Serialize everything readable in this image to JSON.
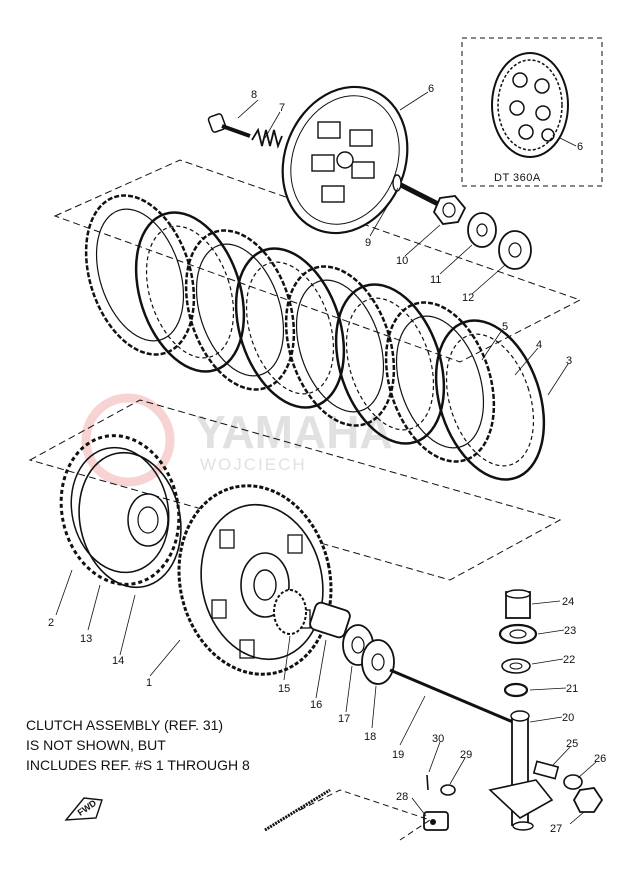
{
  "note": {
    "line1": "CLUTCH ASSEMBLY (REF. 31)",
    "line2": "IS NOT SHOWN, BUT",
    "line3": "INCLUDES  REF. #S 1 THROUGH 8"
  },
  "inset": {
    "label": "DT 360A",
    "part_number": "6"
  },
  "direction_marker": "FWD",
  "watermark": {
    "main": "YAMAHA",
    "sub": "WOJCIECH"
  },
  "callouts": {
    "c1": "1",
    "c2": "2",
    "c3": "3",
    "c4": "4",
    "c5": "5",
    "c6": "6",
    "c7": "7",
    "c8": "8",
    "c9": "9",
    "c10": "10",
    "c11": "11",
    "c12": "12",
    "c13": "13",
    "c14": "14",
    "c15": "15",
    "c16": "16",
    "c17": "17",
    "c18": "18",
    "c19": "19",
    "c20": "20",
    "c21": "21",
    "c22": "22",
    "c23": "23",
    "c24": "24",
    "c25": "25",
    "c26": "26",
    "c27": "27",
    "c28": "28",
    "c29": "29",
    "c30": "30"
  }
}
